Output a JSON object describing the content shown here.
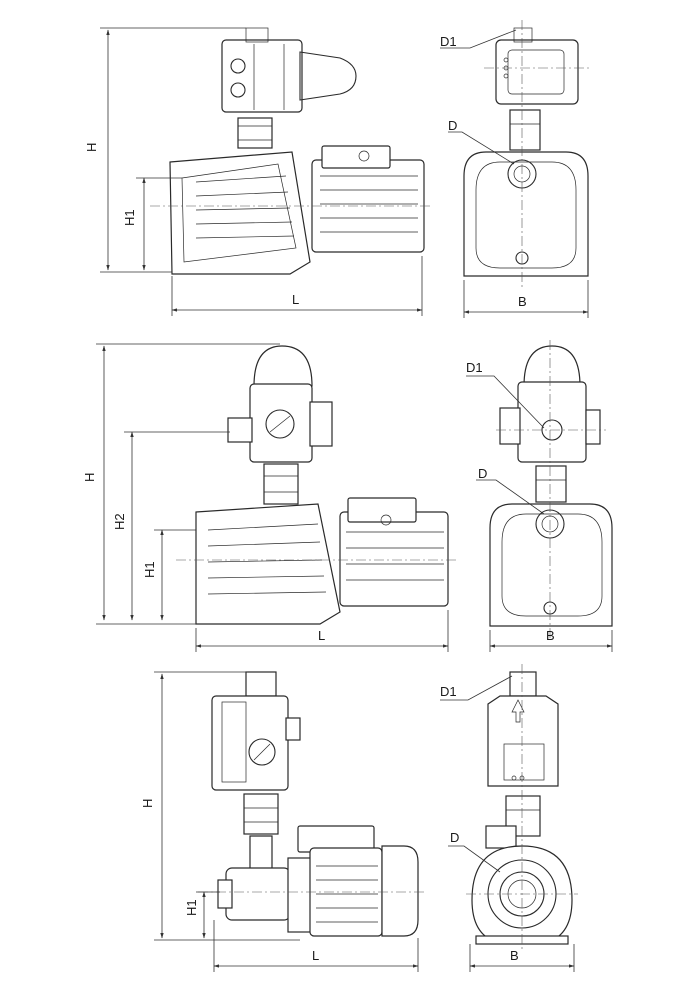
{
  "labels": {
    "d1": "D1",
    "d": "D",
    "h": "H",
    "h1": "H1",
    "h2": "H2",
    "l": "L",
    "b": "B"
  }
}
